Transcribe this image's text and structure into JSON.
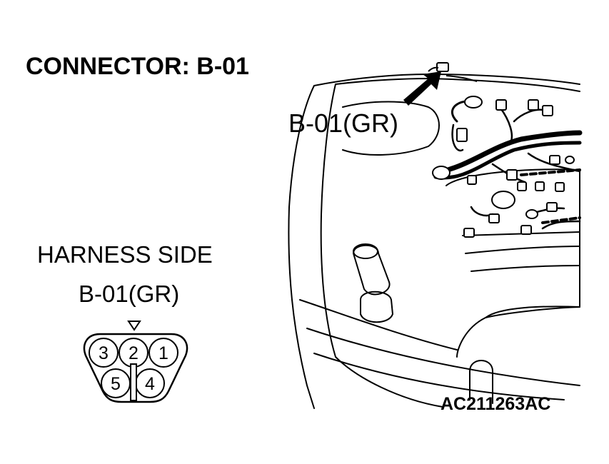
{
  "title": "CONNECTOR: B-01",
  "harness_side_label": "HARNESS SIDE",
  "harness_connector_code": "B-01(GR)",
  "callout_label": "B-01(GR)",
  "figure_code": "AC211263AC",
  "connector_pins": [
    "1",
    "2",
    "3",
    "4",
    "5"
  ]
}
